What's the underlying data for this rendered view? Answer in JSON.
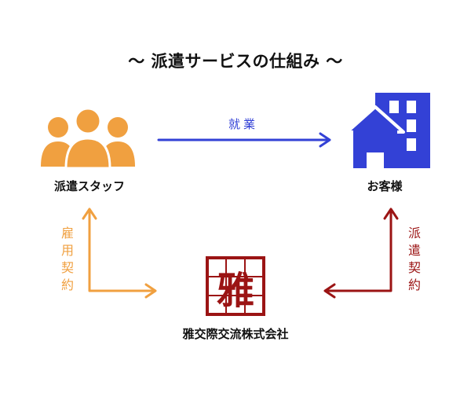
{
  "title": "〜 派遣サービスの仕組み 〜",
  "nodes": {
    "staff": {
      "label": "派遣スタッフ",
      "icon": "people-group-icon"
    },
    "client": {
      "label": "お客様",
      "icon": "office-building-icon"
    },
    "agency": {
      "label": "雅交際交流株式会社",
      "icon": "company-logo-icon",
      "logo_text": "雅"
    }
  },
  "flows": {
    "work": {
      "label": "就業",
      "color": "#3341d6"
    },
    "employment": {
      "label": [
        "雇",
        "用",
        "契",
        "約"
      ],
      "color": "#f0a040"
    },
    "dispatch": {
      "label": [
        "派",
        "遣",
        "契",
        "約"
      ],
      "color": "#9b1414"
    }
  },
  "colors": {
    "staff": "#f0a040",
    "client": "#3341d6",
    "agency": "#9b1414"
  }
}
